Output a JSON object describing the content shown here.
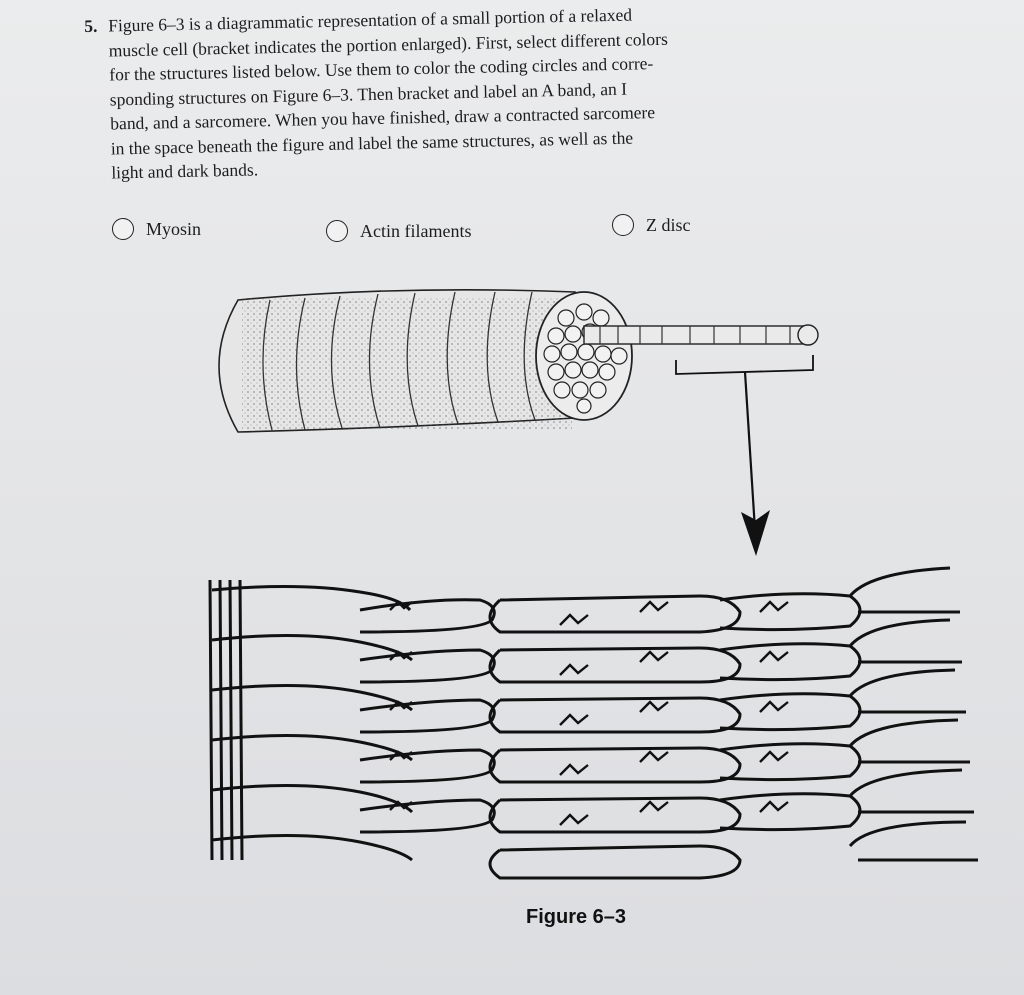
{
  "question": {
    "number": "5.",
    "text": "Figure 6–3 is a diagrammatic representation of a small portion of a relaxed\nmuscle cell (bracket indicates the portion enlarged). First, select different colors\nfor the structures listed below. Use them to color the coding circles and corre-\nsponding structures on Figure 6–3. Then bracket and label an A band, an I\nband, and a sarcomere. When you have finished, draw a contracted sarcomere\nin the space beneath the figure and label the same structures, as well as the\nlight and dark bands."
  },
  "legend": [
    {
      "label": "Myosin"
    },
    {
      "label": "Actin filaments"
    },
    {
      "label": "Z disc"
    }
  ],
  "figure": {
    "caption": "Figure 6–3"
  }
}
